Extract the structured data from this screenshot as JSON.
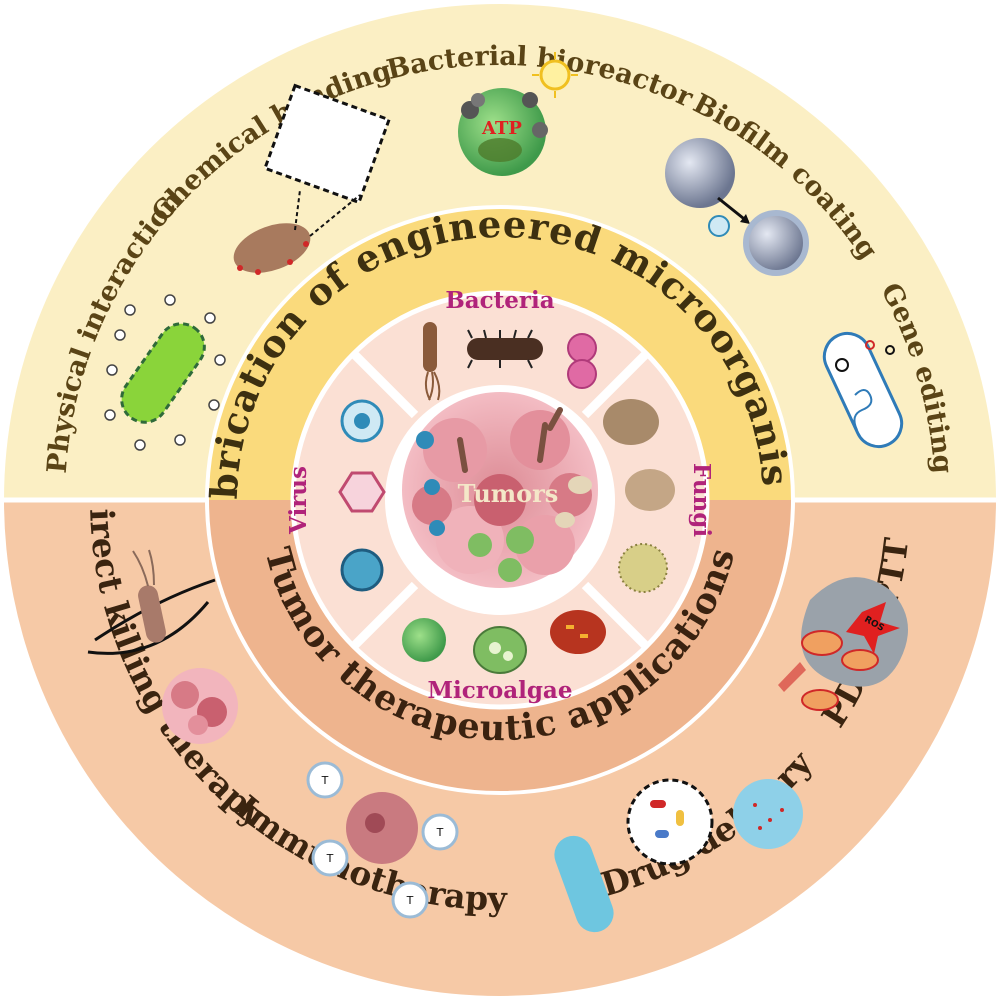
{
  "outer_ring": {
    "top_labels": {
      "physical_interaction": "Physical interaction",
      "chemical_bonding": "Chemical bonding",
      "bacterial_bioreactor": "Bacterial bioreactor",
      "biofilm_coating": "Biofilm coating",
      "gene_editing": "Gene editing"
    },
    "bottom_labels": {
      "direct_killing": "Direct killing therapy",
      "immunotherapy": "Immunotherapy",
      "drug_delivery": "Drug delivery",
      "pdt_ptt": "PDT & PTT"
    },
    "icon_text": {
      "atp": "ATP",
      "ros": "ROS"
    }
  },
  "middle_ring": {
    "top_title": "Fabrication of engineered microorganisms",
    "bottom_title": "Tumor therapeutic applications"
  },
  "core": {
    "bacteria": "Bacteria",
    "fungi": "Fungi",
    "microalgae": "Microalgae",
    "virus": "Virus",
    "tumors": "Tumors"
  },
  "colors": {
    "outer_top": "#fbefc4",
    "outer_bottom": "#f6c9a6",
    "ring_top": "#fada7c",
    "ring_bottom": "#eeb48e",
    "core_bg": "#fbe0d4",
    "label_magenta": "#b0237a"
  }
}
